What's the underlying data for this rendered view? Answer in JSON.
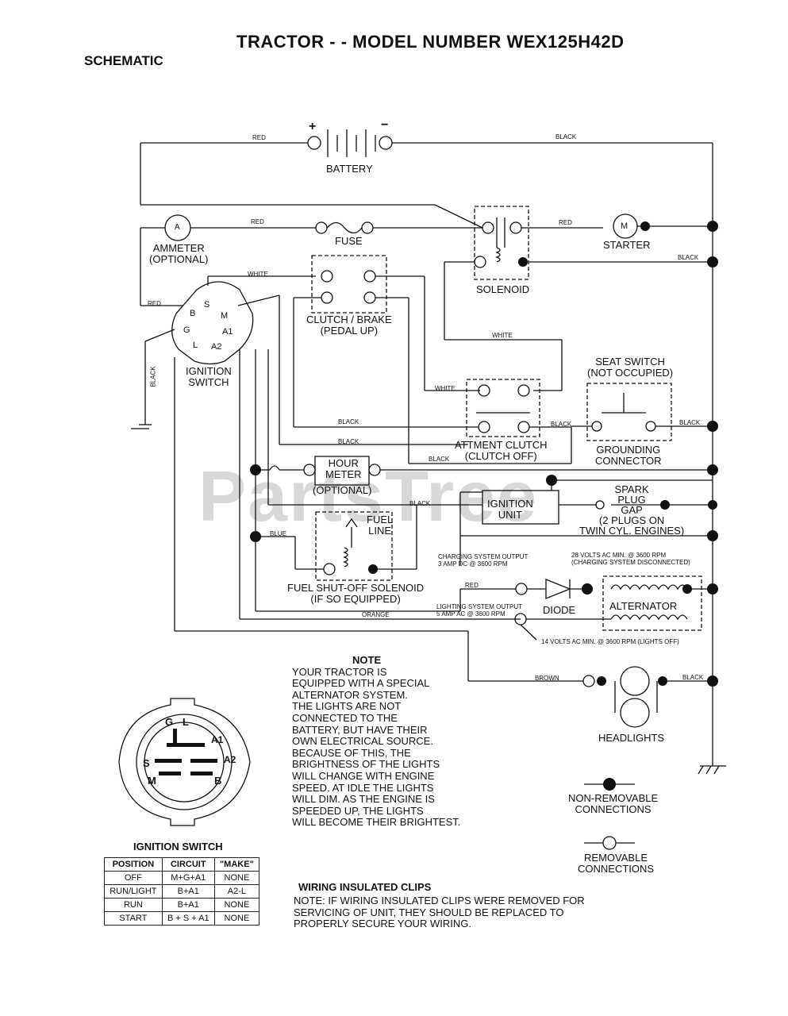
{
  "header": {
    "title": "TRACTOR - - MODEL NUMBER WEX125H42D",
    "subtitle": "SCHEMATIC"
  },
  "watermark": "PartsTree",
  "components": {
    "battery": "BATTERY",
    "battery_plus": "+",
    "battery_minus": "−",
    "ammeter_line1": "AMMETER",
    "ammeter_line2": "(OPTIONAL)",
    "ammeter_symbol": "A",
    "fuse": "FUSE",
    "solenoid": "SOLENOID",
    "starter": "STARTER",
    "starter_symbol": "M",
    "clutch_brake_line1": "CLUTCH / BRAKE",
    "clutch_brake_line2": "(PEDAL UP)",
    "ignition_switch_line1": "IGNITION",
    "ignition_switch_line2": "SWITCH",
    "seat_switch_line1": "SEAT SWITCH",
    "seat_switch_line2": "(NOT OCCUPIED)",
    "grounding_line1": "GROUNDING",
    "grounding_line2": "CONNECTOR",
    "attment_clutch_line1": "ATTMENT CLUTCH",
    "attment_clutch_line2": "(CLUTCH OFF)",
    "hour_meter_line1": "HOUR",
    "hour_meter_line2": "METER",
    "hour_meter_line3": "(OPTIONAL)",
    "ignition_unit_line1": "IGNITION",
    "ignition_unit_line2": "UNIT",
    "spark_plug_line1": "SPARK",
    "spark_plug_line2": "PLUG",
    "spark_plug_line3": "GAP",
    "spark_plug_line4": "(2 PLUGS ON",
    "spark_plug_line5": "TWIN CYL. ENGINES)",
    "fuel_line1": "FUEL",
    "fuel_line2": "LINE",
    "fuel_solenoid_line1": "FUEL SHUT-OFF SOLENOID",
    "fuel_solenoid_line2": "(IF SO EQUIPPED)",
    "diode": "DIODE",
    "alternator": "ALTERNATOR",
    "headlights": "HEADLIGHTS",
    "charging_output_line1": "CHARGING SYSTEM OUTPUT",
    "charging_output_line2": "3 AMP DC @ 3600 RPM",
    "ac_rating_line1": "28 VOLTS AC MIN. @ 3600 RPM",
    "ac_rating_line2": "(CHARGING SYSTEM DISCONNECTED)",
    "lighting_output_line1": "LIGHTING SYSTEM OUTPUT",
    "lighting_output_line2": "5 AMP AC @ 3600 RPM",
    "lights_ac": "14 VOLTS AC MIN. @ 3600 RPM (LIGHTS OFF)"
  },
  "terminals": {
    "s": "S",
    "b": "B",
    "m": "M",
    "g": "G",
    "a1": "A1",
    "l": "L",
    "a2": "A2"
  },
  "wires": {
    "red": "RED",
    "black": "BLACK",
    "white": "WHITE",
    "blue": "BLUE",
    "orange": "ORANGE",
    "brown": "BROWN"
  },
  "note": {
    "heading": "NOTE",
    "lines": [
      "YOUR TRACTOR IS",
      "EQUIPPED WITH A SPECIAL",
      "ALTERNATOR SYSTEM.",
      "THE LIGHTS ARE NOT",
      "CONNECTED TO THE",
      "BATTERY, BUT HAVE THEIR",
      "OWN ELECTRICAL SOURCE.",
      "BECAUSE OF THIS, THE",
      "BRIGHTNESS OF THE LIGHTS",
      "WILL CHANGE WITH ENGINE",
      "SPEED.  AT IDLE THE LIGHTS",
      "WILL DIM.  AS THE ENGINE IS",
      "SPEEDED UP, THE LIGHTS",
      "WILL BECOME THEIR BRIGHTEST."
    ]
  },
  "legend": {
    "non_removable_line1": "NON-REMOVABLE",
    "non_removable_line2": "CONNECTIONS",
    "removable_line1": "REMOVABLE",
    "removable_line2": "CONNECTIONS"
  },
  "clips": {
    "heading": "WIRING INSULATED CLIPS",
    "note_lines": [
      "NOTE: IF WIRING INSULATED CLIPS WERE REMOVED FOR",
      "SERVICING OF UNIT, THEY SHOULD BE REPLACED TO",
      "PROPERLY SECURE YOUR WIRING."
    ]
  },
  "ignition_switch_panel": {
    "caption": "IGNITION SWITCH",
    "labels": {
      "g": "G",
      "l": "L",
      "a1": "A1",
      "s": "S",
      "a2": "A2",
      "m": "M",
      "b": "B"
    },
    "table": {
      "headers": [
        "POSITION",
        "CIRCUIT",
        "\"MAKE\""
      ],
      "rows": [
        [
          "OFF",
          "M+G+A1",
          "NONE"
        ],
        [
          "RUN/LIGHT",
          "B+A1",
          "A2-L"
        ],
        [
          "RUN",
          "B+A1",
          "NONE"
        ],
        [
          "START",
          "B + S + A1",
          "NONE"
        ]
      ]
    }
  }
}
